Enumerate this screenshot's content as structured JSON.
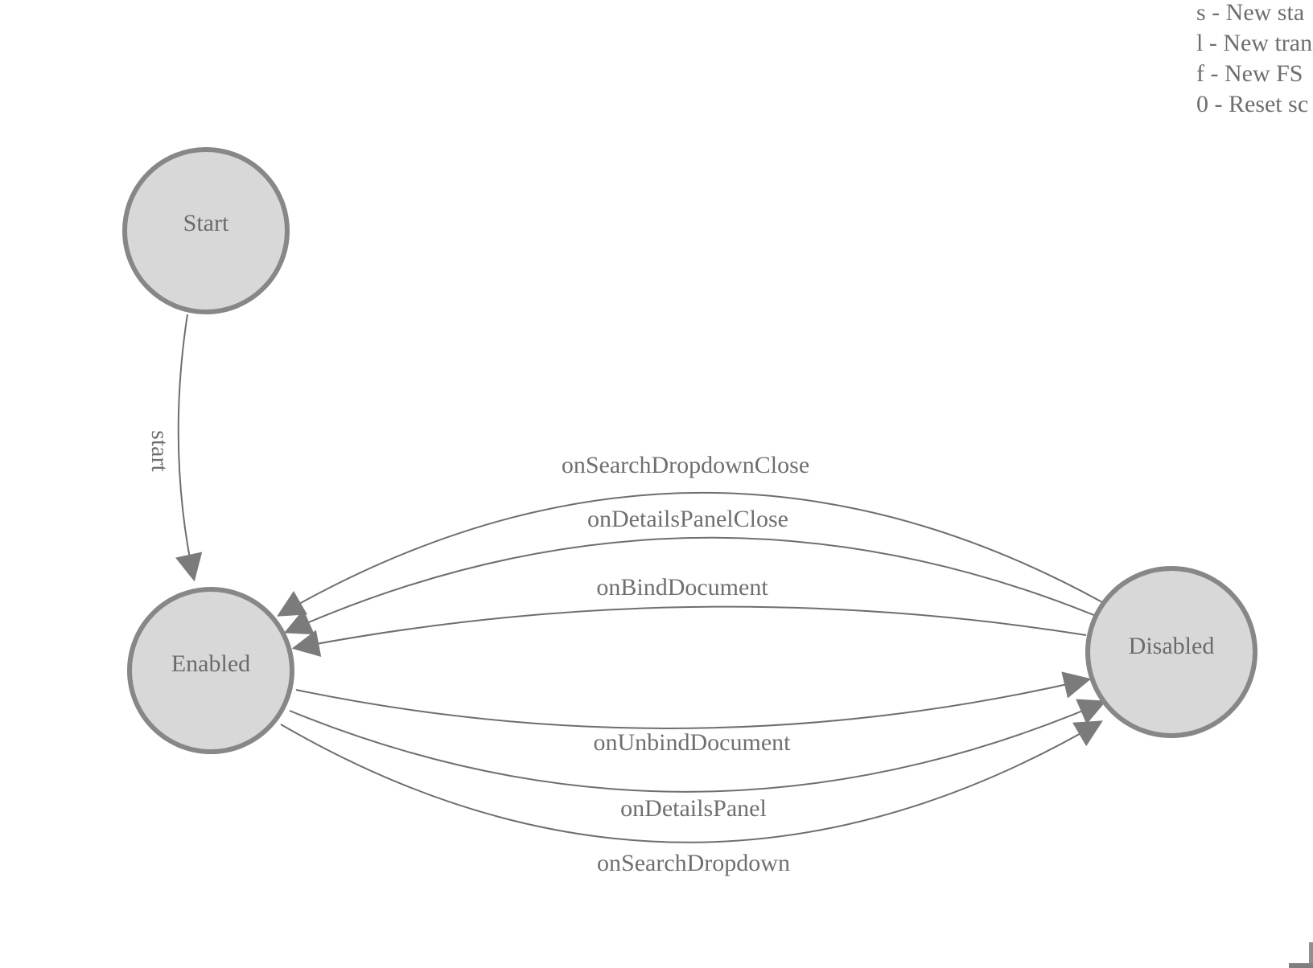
{
  "diagram": {
    "type": "finite-state-machine",
    "nodes": {
      "start": {
        "label": "Start"
      },
      "enabled": {
        "label": "Enabled"
      },
      "disabled": {
        "label": "Disabled"
      }
    },
    "edges": {
      "start": {
        "label": "start",
        "from": "Start",
        "to": "Enabled"
      },
      "search_dropdown_close": {
        "label": "onSearchDropdownClose",
        "from": "Disabled",
        "to": "Enabled"
      },
      "details_panel_close": {
        "label": "onDetailsPanelClose",
        "from": "Disabled",
        "to": "Enabled"
      },
      "bind_document": {
        "label": "onBindDocument",
        "from": "Disabled",
        "to": "Enabled"
      },
      "unbind_document": {
        "label": "onUnbindDocument",
        "from": "Enabled",
        "to": "Disabled"
      },
      "details_panel": {
        "label": "onDetailsPanel",
        "from": "Enabled",
        "to": "Disabled"
      },
      "search_dropdown": {
        "label": "onSearchDropdown",
        "from": "Enabled",
        "to": "Disabled"
      }
    }
  },
  "legend": {
    "lines": [
      "s - New sta",
      "l - New tran",
      "f - New FS",
      "0 - Reset sc"
    ]
  },
  "colors": {
    "background": "#ffffff",
    "node_fill": "#d8d8d8",
    "node_stroke": "#878787",
    "edge_stroke": "#6e6e6e",
    "arrow_fill": "#7b7b7b",
    "label_text": "#6b6b6b",
    "legend_text": "#6e6e6e"
  }
}
